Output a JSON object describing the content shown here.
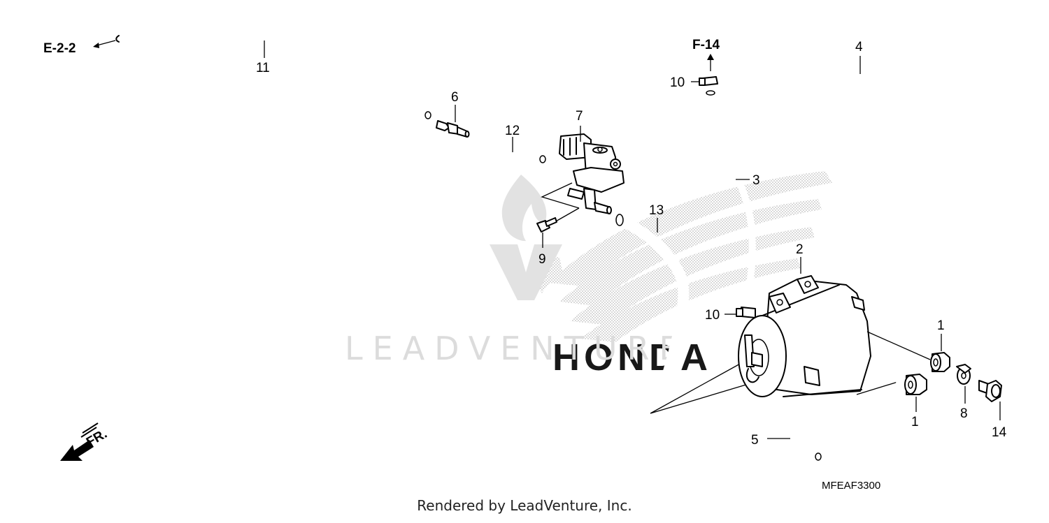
{
  "diagram": {
    "callouts": {
      "c1a": "1",
      "c1b": "1",
      "c2": "2",
      "c3": "3",
      "c4": "4",
      "c5": "5",
      "c6": "6",
      "c7": "7",
      "c8": "8",
      "c9": "9",
      "c10a": "10",
      "c10b": "10",
      "c11": "11",
      "c12": "12",
      "c13": "13",
      "c14": "14"
    },
    "references": {
      "e22": "E-2-2",
      "f14": "F-14"
    },
    "front_label": "FR.",
    "drawing_code": "MFEAF3300",
    "watermark_text": "LEADVENTURE",
    "watermark_logo": "honda-wing-logo"
  },
  "footer": {
    "text": "Rendered by LeadVenture, Inc."
  }
}
